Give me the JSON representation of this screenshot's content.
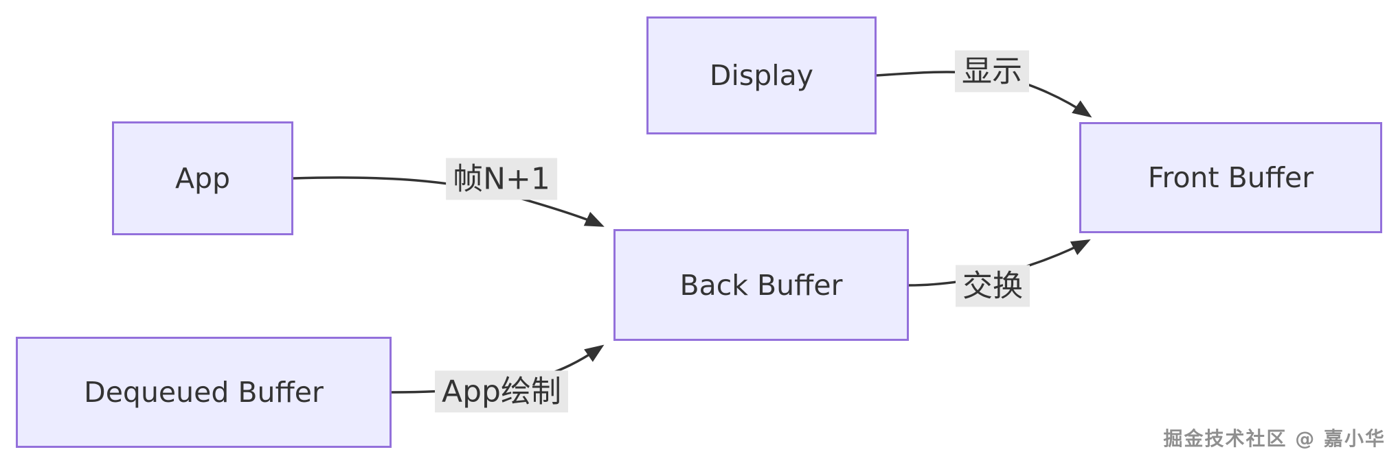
{
  "diagram": {
    "type": "flowchart",
    "nodes": [
      {
        "id": "app",
        "label": "App"
      },
      {
        "id": "display",
        "label": "Display"
      },
      {
        "id": "back-buffer",
        "label": "Back Buffer"
      },
      {
        "id": "front-buffer",
        "label": "Front Buffer"
      },
      {
        "id": "dequeued-buffer",
        "label": "Dequeued Buffer"
      }
    ],
    "edges": [
      {
        "from": "App",
        "to": "Back Buffer",
        "label": "帧N+1"
      },
      {
        "from": "Dequeued Buffer",
        "to": "Back Buffer",
        "label": "App绘制"
      },
      {
        "from": "Back Buffer",
        "to": "Front Buffer",
        "label": "交换"
      },
      {
        "from": "Display",
        "to": "Front Buffer",
        "label": "显示"
      }
    ],
    "colors": {
      "canvas_bg": "#FFFFFF",
      "node_fill": "#ECECFF",
      "node_border": "#9370DB",
      "node_text": "#333333",
      "edge_stroke": "#333333",
      "edge_label_bg": "#E8E8E8",
      "edge_label_text": "#333333",
      "watermark_text_color": "#8F8F8F"
    }
  },
  "watermark": {
    "text": "掘金技术社区 @ 嘉小华"
  }
}
